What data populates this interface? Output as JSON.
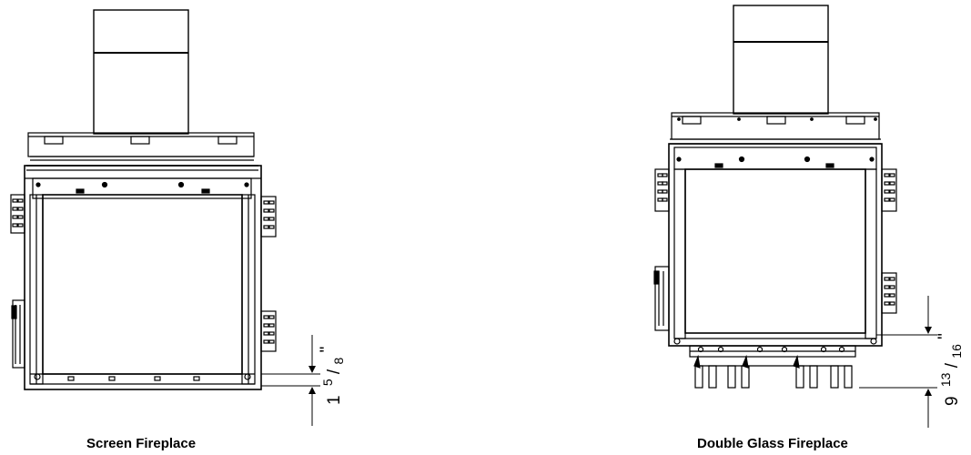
{
  "figures": [
    {
      "caption": "Screen Fireplace",
      "dimension": {
        "whole": "1",
        "numerator": "5",
        "denominator": "8",
        "unit": "\""
      }
    },
    {
      "caption": "Double Glass Fireplace",
      "dimension": {
        "whole": "9",
        "numerator": "13",
        "denominator": "16",
        "unit": "\""
      }
    }
  ]
}
